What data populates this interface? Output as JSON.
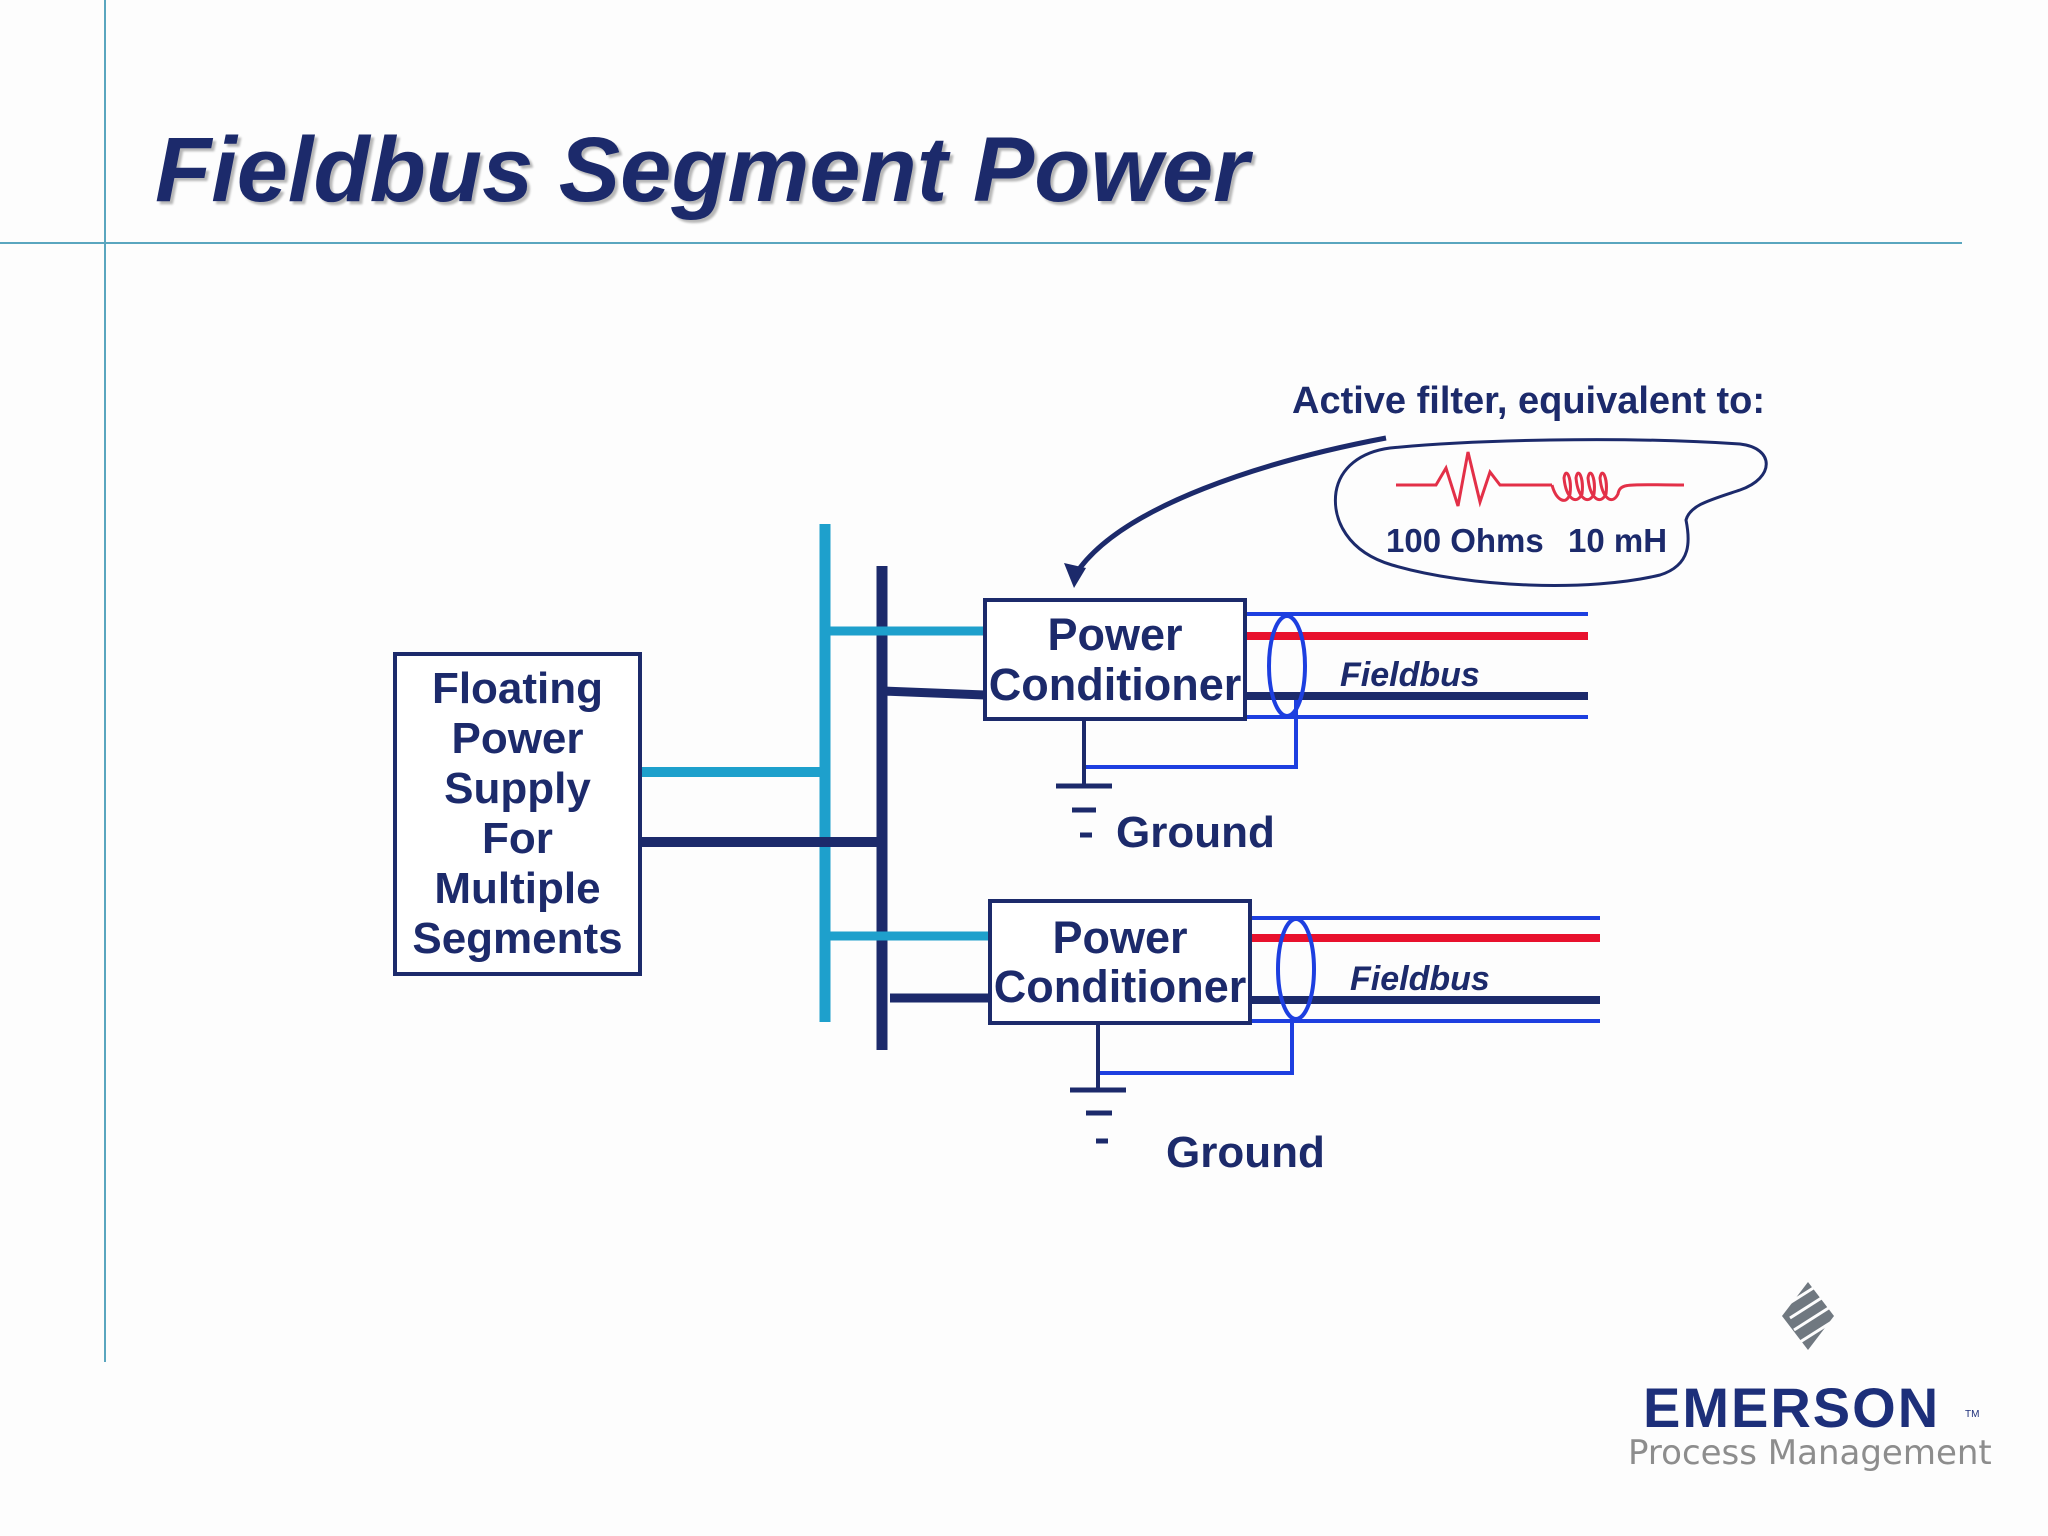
{
  "slide": {
    "title": "Fieldbus Segment Power"
  },
  "diagram": {
    "supply_box": {
      "lines": [
        "Floating",
        "Power",
        "Supply",
        "For",
        "Multiple",
        "Segments"
      ]
    },
    "conditioner_1": {
      "lines": [
        "Power",
        "Conditioner"
      ]
    },
    "conditioner_2": {
      "lines": [
        "Power",
        "Conditioner"
      ]
    },
    "fieldbus_1_label": "Fieldbus",
    "fieldbus_2_label": "Fieldbus",
    "ground_1_label": "Ground",
    "ground_2_label": "Ground",
    "filter_callout": {
      "title": "Active filter, equivalent to:",
      "resistor_label": "100 Ohms",
      "inductor_label": "10 mH"
    },
    "colors": {
      "dark_navy": "#1c2a6b",
      "light_blue": "#1ea0cc",
      "shield_blue": "#1d3fe0",
      "signal_red": "#e8112d",
      "filter_red": "#e33048"
    }
  },
  "logo": {
    "name": "EMERSON",
    "trademark": "TM",
    "subtitle": "Process Management"
  }
}
